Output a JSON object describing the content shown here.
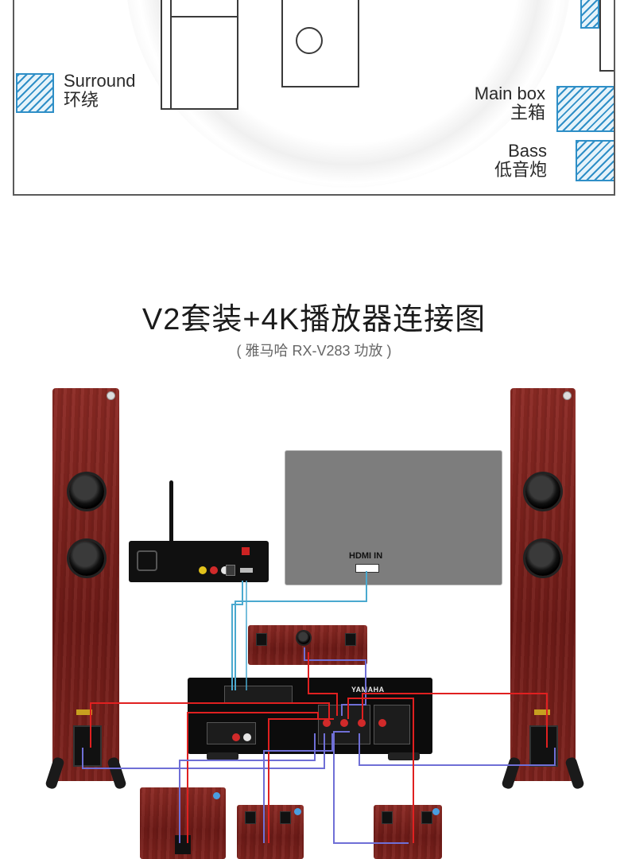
{
  "room": {
    "surround": {
      "en": "Surround",
      "zh": "环绕"
    },
    "main_box": {
      "en": "Main box",
      "zh": "主箱"
    },
    "bass": {
      "en": "Bass",
      "zh": "低音炮"
    }
  },
  "heading": {
    "title": "V2套装+4K播放器连接图",
    "subtitle": "( 雅马哈 RX-V283 功放 )"
  },
  "diagram": {
    "tv_port_label": "HDMI IN",
    "receiver_brand": "YAMAHA",
    "colors": {
      "wood": "#7a1f1a",
      "hdmi_cable": "#4aa9cf",
      "positive_wire": "#e02020",
      "negative_wire": "#6f6fd6",
      "tv_screen": "#7d7d7d",
      "hatch": "#2f8fc7"
    }
  }
}
